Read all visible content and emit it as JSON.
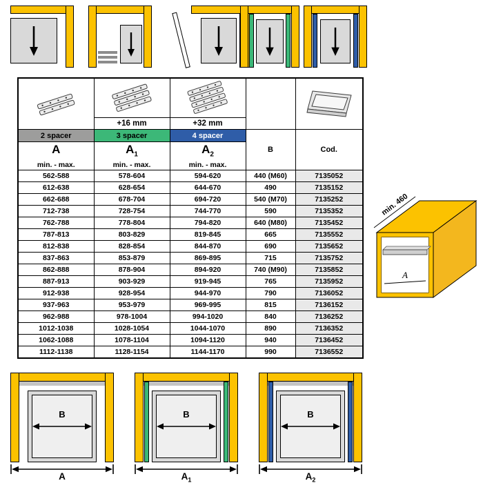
{
  "colors": {
    "yellow": "#FCC200",
    "green": "#3CB878",
    "blue": "#2F5DA8",
    "band_gray": "#9D9D9C",
    "cod_bg": "#E9E9E9",
    "panel_gray": "#D9D9D9"
  },
  "table": {
    "plus16": "+16 mm",
    "plus32": "+32 mm",
    "bands": {
      "gray": "2 spacer",
      "green": "3 spacer",
      "blue": "4 spacer"
    },
    "cols": {
      "a": {
        "sym": "A",
        "sub": "",
        "range": "min. - max."
      },
      "a1": {
        "sym": "A",
        "sub": "1",
        "range": "min. - max."
      },
      "a2": {
        "sym": "A",
        "sub": "2",
        "range": "min. - max."
      },
      "b": {
        "sym": "B"
      },
      "cod": {
        "sym": "Cod."
      }
    },
    "rows": [
      [
        "562-588",
        "578-604",
        "594-620",
        "440 (M60)",
        "7135052"
      ],
      [
        "612-638",
        "628-654",
        "644-670",
        "490",
        "7135152"
      ],
      [
        "662-688",
        "678-704",
        "694-720",
        "540 (M70)",
        "7135252"
      ],
      [
        "712-738",
        "728-754",
        "744-770",
        "590",
        "7135352"
      ],
      [
        "762-788",
        "778-804",
        "794-820",
        "640 (M80)",
        "7135452"
      ],
      [
        "787-813",
        "803-829",
        "819-845",
        "665",
        "7135552"
      ],
      [
        "812-838",
        "828-854",
        "844-870",
        "690",
        "7135652"
      ],
      [
        "837-863",
        "853-879",
        "869-895",
        "715",
        "7135752"
      ],
      [
        "862-888",
        "878-904",
        "894-920",
        "740 (M90)",
        "7135852"
      ],
      [
        "887-913",
        "903-929",
        "919-945",
        "765",
        "7135952"
      ],
      [
        "912-938",
        "928-954",
        "944-970",
        "790",
        "7136052"
      ],
      [
        "937-963",
        "953-979",
        "969-995",
        "815",
        "7136152"
      ],
      [
        "962-988",
        "978-1004",
        "994-1020",
        "840",
        "7136252"
      ],
      [
        "1012-1038",
        "1028-1054",
        "1044-1070",
        "890",
        "7136352"
      ],
      [
        "1062-1088",
        "1078-1104",
        "1094-1120",
        "940",
        "7136452"
      ],
      [
        "1112-1138",
        "1128-1154",
        "1144-1170",
        "990",
        "7136552"
      ]
    ]
  },
  "iso": {
    "depth_label": "min. 460",
    "width_label": "A"
  },
  "bottom_diagrams": [
    {
      "inner_label": "B",
      "outer_label": "A",
      "outer_sub": ""
    },
    {
      "inner_label": "B",
      "outer_label": "A",
      "outer_sub": "1"
    },
    {
      "inner_label": "B",
      "outer_label": "A",
      "outer_sub": "2"
    }
  ]
}
